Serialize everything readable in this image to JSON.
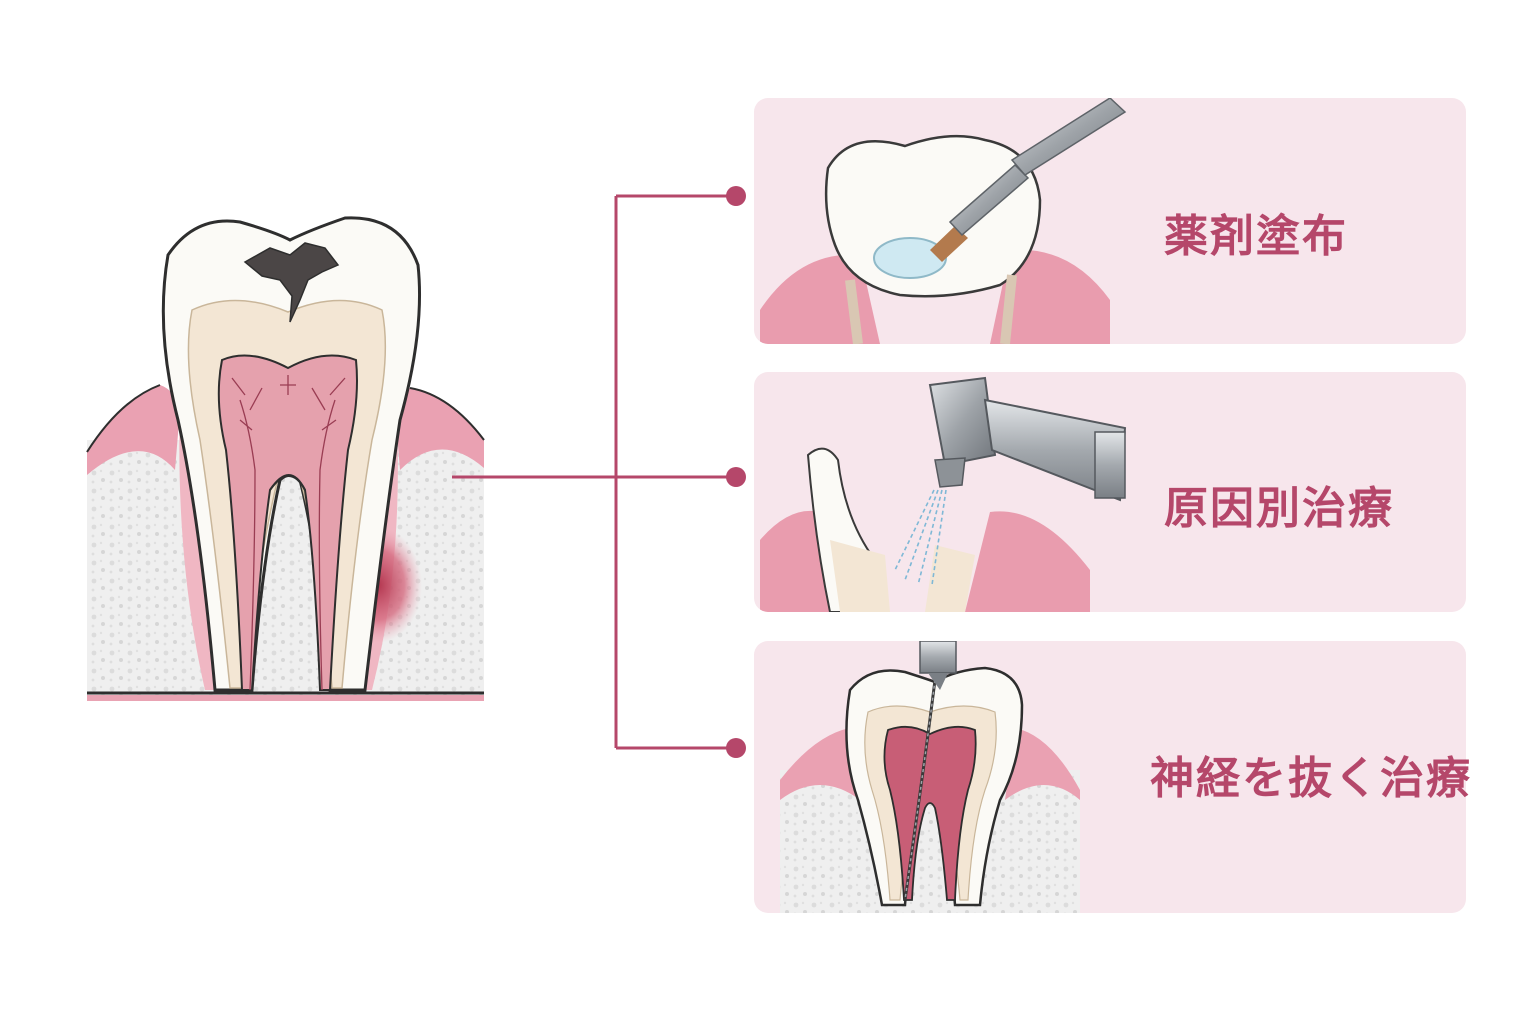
{
  "colors": {
    "accent": "#b5476a",
    "panel": "#f7e6ec",
    "gum": "#e9a3b3",
    "pulp": "#d98897",
    "enamel": "#fbfaf6",
    "dentin": "#f3e6d4",
    "bone": "#ededed",
    "metal": "#a8acb1"
  },
  "diagram": {
    "source_tooth_icon": "decayed-molar-cross-section",
    "treatments": [
      {
        "label": "薬剤塗布",
        "icon": "brush-applying-medicine"
      },
      {
        "label": "原因別治療",
        "icon": "dental-handpiece-spray"
      },
      {
        "label": "神経を抜く治療",
        "icon": "root-canal-file"
      }
    ]
  }
}
